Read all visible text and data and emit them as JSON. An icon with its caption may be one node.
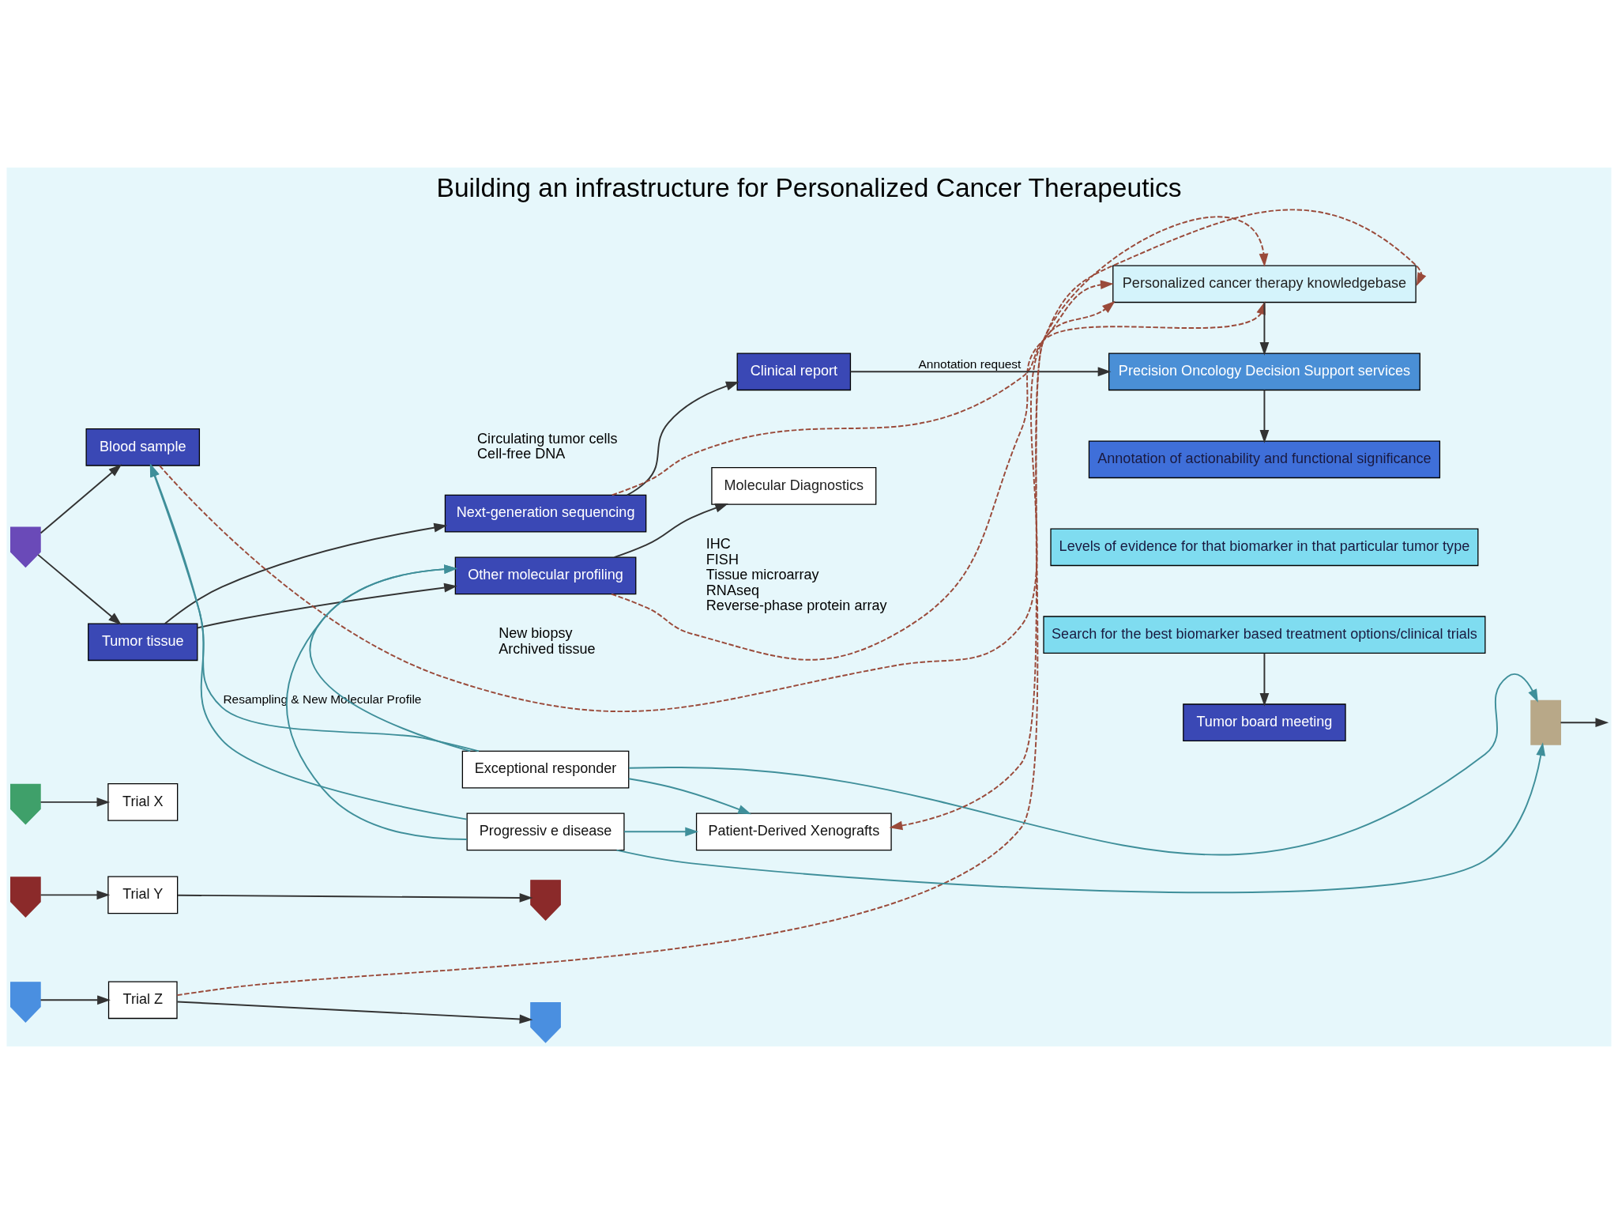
{
  "diagram": {
    "title": "Building an infrastructure for Personalized Cancer Therapeutics",
    "nodes": [
      {
        "text": [],
        "shape": "person"
      },
      {
        "text": [
          "Tumor tissue"
        ],
        "beside": [
          "New biopsy",
          "Archived tissue"
        ]
      },
      {
        "text": [
          "Blood sample"
        ],
        "beside": [
          "Circulating tumor cells",
          "Cell-free DNA"
        ]
      },
      {
        "text": [
          "Next-generation sequencing"
        ]
      },
      {
        "text": [
          "Other molecular profiling"
        ],
        "beside": [
          "IHC",
          "FISH",
          "Tissue microarray",
          "RNAseq",
          "Reverse-phase protein array"
        ]
      },
      {
        "text": [
          "Clinical report"
        ]
      },
      {
        "text": [
          "Molecular Diagnostics"
        ]
      },
      {
        "text": [
          "Personalized cancer therapy knowledgebase"
        ]
      },
      {
        "text": [
          "Precision Oncology Decision Support services"
        ]
      },
      {
        "text": [
          "Annotation of actionability and functional significance"
        ]
      },
      {
        "text": [
          "Levels of evidence for that biomarker in that particular tumor type"
        ]
      },
      {
        "text": [
          "Search for the best biomarker based treatment options/clinical trials"
        ]
      },
      {
        "text": [
          "Tumor board meeting"
        ]
      },
      {
        "text": [],
        "shape": "box"
      },
      {
        "text": [],
        "shape": "person"
      },
      {
        "text": [
          "Trial X"
        ]
      },
      {
        "text": [],
        "shape": "person"
      },
      {
        "text": [
          "Trial Y"
        ]
      },
      {
        "text": [],
        "shape": "person"
      },
      {
        "text": [],
        "shape": "person"
      },
      {
        "text": [
          "Trial Z"
        ]
      },
      {
        "text": [],
        "shape": "person"
      },
      {
        "text": [
          "Exceptional responder"
        ]
      },
      {
        "text": [
          "Progressiv e disease"
        ]
      },
      {
        "text": [
          "Patient-Derived Xenografts"
        ]
      }
    ],
    "edges": [
      {
        "from": 0,
        "to": 1,
        "arrow": "to"
      },
      {
        "from": 0,
        "to": 2,
        "arrow": "to"
      },
      {
        "from": 1,
        "to": 3,
        "arrow": "to"
      },
      {
        "from": 1,
        "to": 4,
        "arrow": "to"
      },
      {
        "from": 3,
        "to": 5,
        "arrow": "to"
      },
      {
        "from": 4,
        "to": 6,
        "arrow": "to"
      },
      {
        "from": 5,
        "to": 8,
        "arrow": "to",
        "label": "Annotation request"
      },
      {
        "from": 3,
        "to": 7,
        "arrow": "to",
        "style": "dashed",
        "color": "#9a4a3a"
      },
      {
        "from": 7,
        "to": 8,
        "arrow": "to"
      },
      {
        "from": 8,
        "to": 9,
        "arrow": "to"
      },
      {
        "from": 11,
        "to": 12,
        "arrow": "to"
      },
      {
        "from": 13,
        "to": null,
        "arrow": "to"
      },
      {
        "from": 14,
        "to": 15,
        "arrow": "to"
      },
      {
        "from": 16,
        "to": 17,
        "arrow": "to"
      },
      {
        "from": 19,
        "to": 20,
        "arrow": "to"
      },
      {
        "from": 17,
        "to": 18,
        "arrow": "to"
      },
      {
        "from": 20,
        "to": 21,
        "arrow": "to"
      },
      {
        "from": 22,
        "to": 13,
        "arrow": "to",
        "color": "#3f8f9a"
      },
      {
        "from": 23,
        "to": 13,
        "arrow": "to",
        "color": "#3f8f9a"
      },
      {
        "from": 22,
        "to": 2,
        "arrow": "to",
        "color": "#3f8f9a",
        "label": "Resampling & New Molecular Profile"
      },
      {
        "from": 22,
        "to": 4,
        "arrow": "to",
        "color": "#3f8f9a"
      },
      {
        "from": 22,
        "to": 24,
        "arrow": "to",
        "color": "#3f8f9a"
      },
      {
        "from": 23,
        "to": 2,
        "arrow": "to",
        "color": "#3f8f9a"
      },
      {
        "from": 23,
        "to": 4,
        "arrow": "to",
        "color": "#3f8f9a"
      },
      {
        "from": 23,
        "to": 24,
        "arrow": "to",
        "color": "#3f8f9a"
      },
      {
        "from": 2,
        "to": 7,
        "arrow": "to",
        "style": "dashed",
        "color": "#9a4a3a"
      },
      {
        "from": 4,
        "to": 7,
        "arrow": "to",
        "style": "dashed",
        "color": "#9a4a3a"
      },
      {
        "from": 20,
        "to": 7,
        "arrow": "to",
        "style": "dashed",
        "color": "#9a4a3a"
      },
      {
        "from": 24,
        "to": 7,
        "arrow": "both",
        "style": "dashed",
        "color": "#9a4a3a"
      }
    ]
  }
}
